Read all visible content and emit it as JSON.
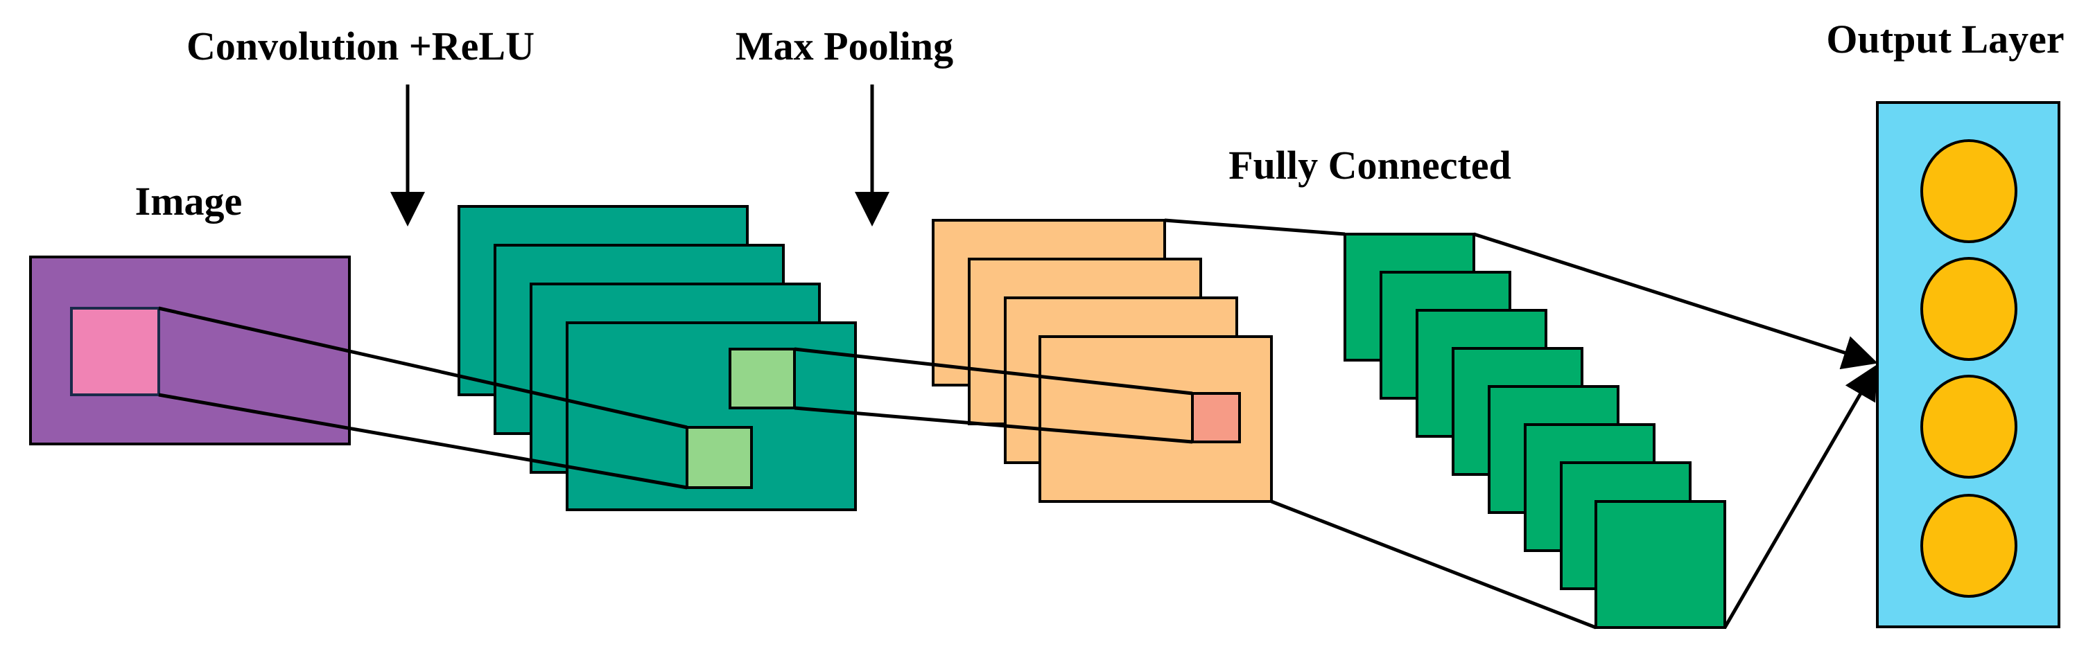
{
  "labels": {
    "image": "Image",
    "convolution": "Convolution +ReLU",
    "max_pooling": "Max Pooling",
    "fully_connected": "Fully Connected",
    "output_layer": "Output Layer"
  },
  "colors": {
    "image_fill": "#955CAB",
    "image_patch": "#F083B4",
    "conv_fill": "#00A388",
    "conv_patch": "#94D68A",
    "pool_fill": "#FDC483",
    "pool_patch": "#F69B86",
    "fc_fill": "#00AD6A",
    "output_fill": "#6AD7F5",
    "output_node": "#FDBE0A",
    "stroke": "#000000"
  },
  "structure": {
    "conv_maps": 4,
    "pool_maps": 4,
    "fc_units": 8,
    "output_nodes": 4
  }
}
